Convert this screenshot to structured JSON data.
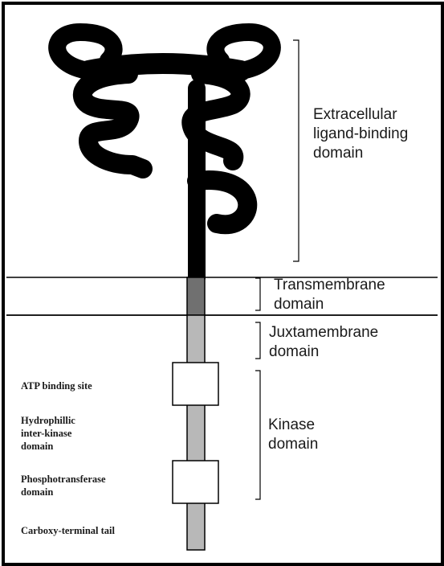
{
  "domains": [
    {
      "id": "extracellular",
      "label": "Extracellular\nligand-binding\ndomain"
    },
    {
      "id": "transmembrane",
      "label": "Transmembrane\ndomain"
    },
    {
      "id": "juxtamembrane",
      "label": "Juxtamembrane\ndomain"
    },
    {
      "id": "kinase",
      "label": "Kinase\ndomain"
    }
  ],
  "sites": [
    {
      "id": "atp",
      "label": "ATP binding site"
    },
    {
      "id": "hydrophilic",
      "label": "Hydrophillic\ninter-kinase\ndomain"
    },
    {
      "id": "phospho",
      "label": "Phosphotransferase\ndomain"
    },
    {
      "id": "tail",
      "label": "Carboxy-terminal tail"
    }
  ],
  "colors": {
    "outline": "#000000",
    "extracellular": "#000000",
    "transmembrane_segment": "#707070",
    "intracellular_segment": "#b8b8b8",
    "kinase_box": "#ffffff"
  }
}
